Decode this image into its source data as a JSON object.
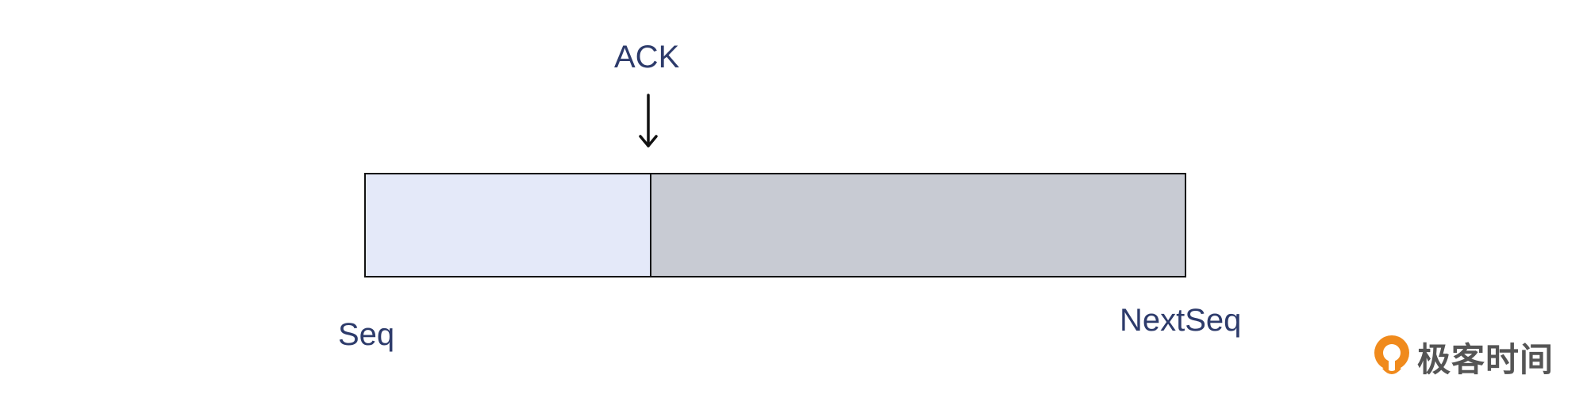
{
  "labels": {
    "ack": "ACK",
    "seq": "Seq",
    "next_seq": "NextSeq"
  },
  "segments": [
    {
      "id": "acked",
      "color": "#e4e9f9"
    },
    {
      "id": "unacked",
      "color": "#c8cbd3"
    }
  ],
  "brand": {
    "text": "极客时间",
    "icon": "geektime-logo-icon",
    "accent": "#f08a1c"
  },
  "colors": {
    "label_text": "#2d3b6b",
    "border": "#111111"
  }
}
